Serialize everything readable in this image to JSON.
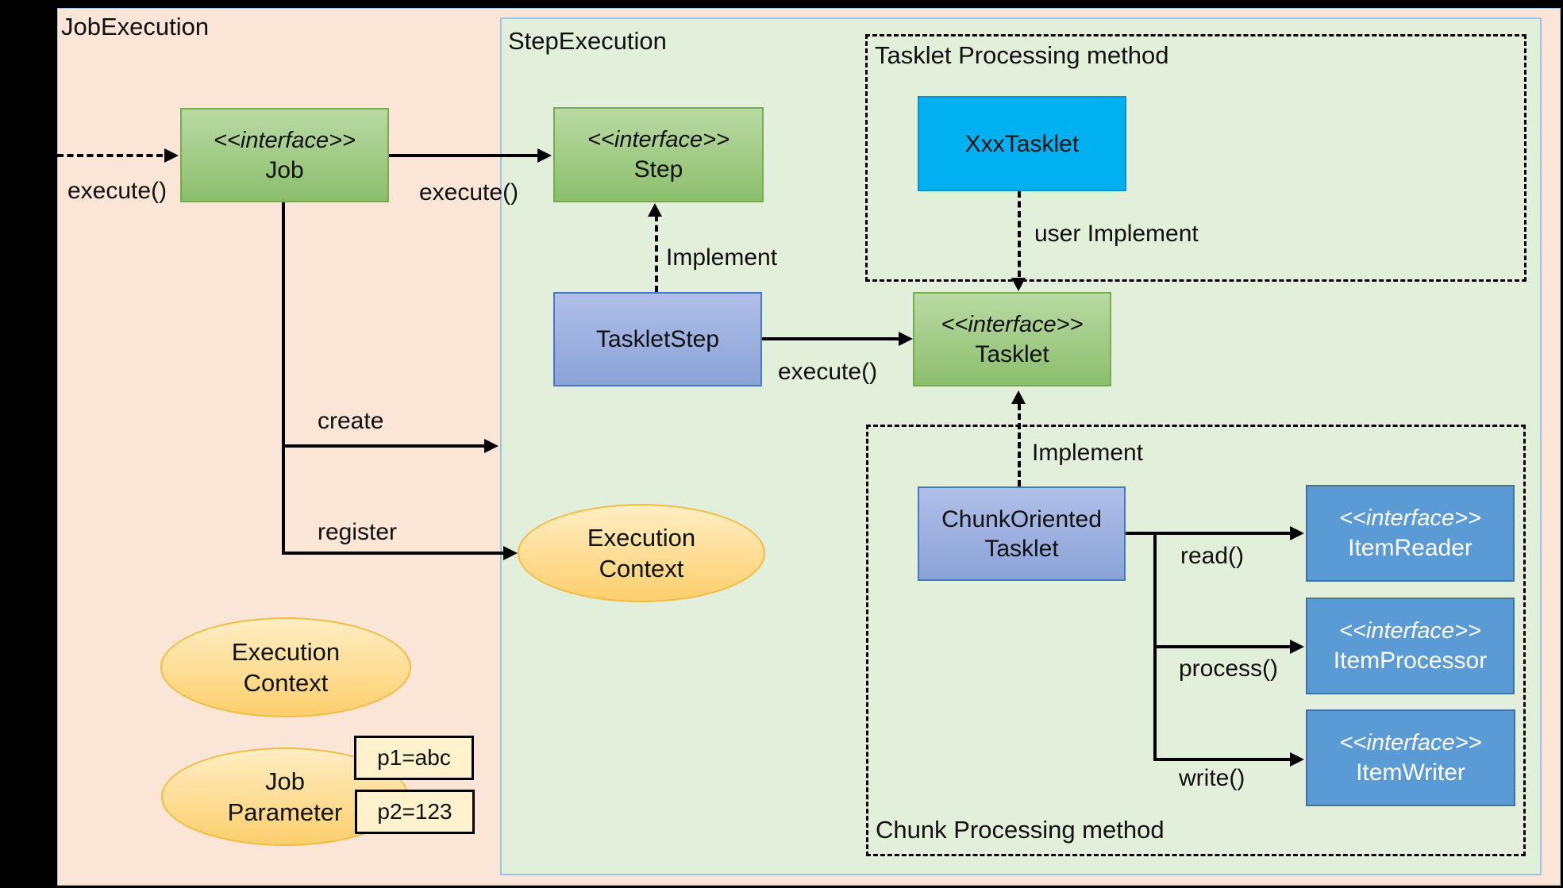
{
  "panels": {
    "job_execution": {
      "title": "JobExecution"
    },
    "step_execution": {
      "title": "StepExecution"
    }
  },
  "groups": {
    "tasklet_method": {
      "title": "Tasklet Processing method"
    },
    "chunk_method": {
      "title": "Chunk Processing method"
    }
  },
  "nodes": {
    "job": {
      "stereotype": "<<interface>>",
      "name": "Job"
    },
    "step": {
      "stereotype": "<<interface>>",
      "name": "Step"
    },
    "tasklet_step": {
      "name": "TaskletStep"
    },
    "tasklet": {
      "stereotype": "<<interface>>",
      "name": "Tasklet"
    },
    "xxx_tasklet": {
      "name": "XxxTasklet"
    },
    "chunk_oriented_tasklet": {
      "line1": "ChunkOriented",
      "line2": "Tasklet"
    },
    "item_reader": {
      "stereotype": "<<interface>>",
      "name": "ItemReader"
    },
    "item_processor": {
      "stereotype": "<<interface>>",
      "name": "ItemProcessor"
    },
    "item_writer": {
      "stereotype": "<<interface>>",
      "name": "ItemWriter"
    },
    "execution_context_step": {
      "line1": "Execution",
      "line2": "Context"
    },
    "execution_context_job": {
      "line1": "Execution",
      "line2": "Context"
    },
    "job_parameter": {
      "line1": "Job",
      "line2": "Parameter"
    },
    "param1": {
      "value": "p1=abc"
    },
    "param2": {
      "value": "p2=123"
    }
  },
  "edge_labels": {
    "execute_into_job": "execute()",
    "execute_job_to_step": "execute()",
    "execute_step_to_tasklet": "execute()",
    "implement_step": "Implement",
    "implement_tasklet": "Implement",
    "user_implement": "user Implement",
    "create": "create",
    "register": "register",
    "read": "read()",
    "process": "process()",
    "write": "write()"
  },
  "colors": {
    "canvas-bg": "#000000",
    "pink-fill": "#fbe5d6",
    "green-fill": "#e2efda",
    "panel-border": "#9dc3e6",
    "greenbox-top": "#b9daa4",
    "greenbox-bot": "#8cbe6c",
    "greenbox-border": "#76ab52",
    "purplebox-top": "#b0bfe7",
    "purplebox-bot": "#8aa3d8",
    "purplebox-border": "#4a76c4",
    "cyanbox-fill": "#00b0f0",
    "cyanbox-border": "#0b93cf",
    "steelbox-fill": "#5b9bd5",
    "steelbox-border": "#41719c",
    "ellipse-top": "#ffedc2",
    "ellipse-bot": "#fccf6d",
    "ellipse-border": "#f4bb41",
    "param-fill": "#fff2cc",
    "text": "#111111"
  }
}
